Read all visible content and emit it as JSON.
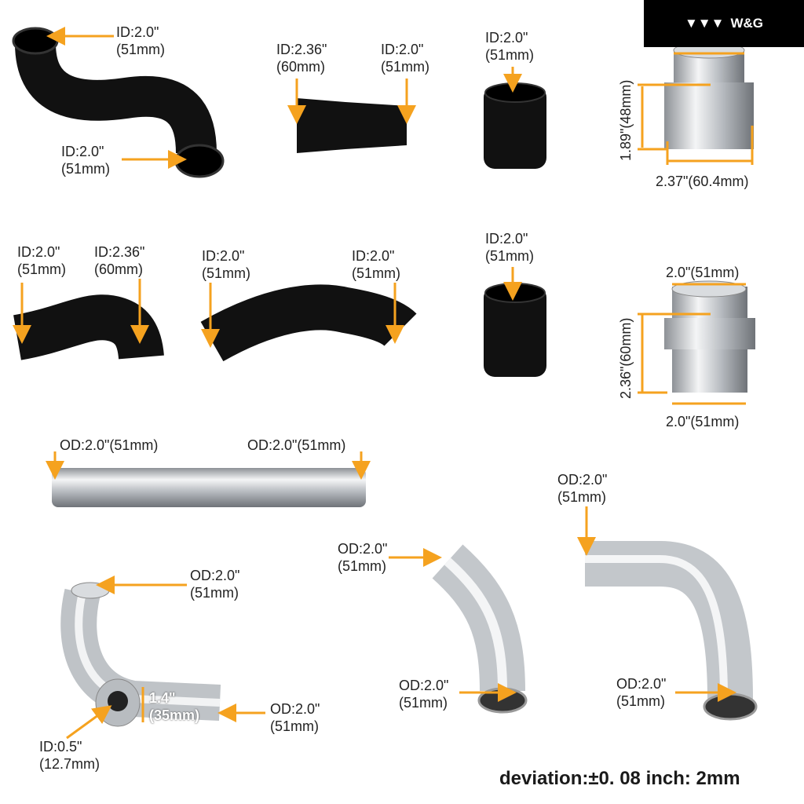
{
  "brand": {
    "name": "W&G",
    "logo_icon": "triple-chevron-logo"
  },
  "colors": {
    "accent": "#f5a21f",
    "hose": "#111111",
    "metal": "#c9ccd0",
    "brand_bg": "#000000"
  },
  "labels": {
    "hose_s_top": [
      "ID:2.0\"",
      "(51mm)"
    ],
    "hose_s_bottom": [
      "ID:2.0\"",
      "(51mm)"
    ],
    "reducer_left": [
      "ID:2.36\"",
      "(60mm)"
    ],
    "reducer_right": [
      "ID:2.0\"",
      "(51mm)"
    ],
    "coupler_top": [
      "ID:2.0\"",
      "(51mm)"
    ],
    "ring1_height": "1.89\"(48mm)",
    "ring1_width": "2.37\"(60.4mm)",
    "elbow_reducer_left": [
      "ID:2.0\"",
      "(51mm)"
    ],
    "elbow_reducer_right": [
      "ID:2.36\"",
      "(60mm)"
    ],
    "elbow45_left": [
      "ID:2.0\"",
      "(51mm)"
    ],
    "elbow45_right": [
      "ID:2.0\"",
      "(51mm)"
    ],
    "coupler_bottom": [
      "ID:2.0\"",
      "(51mm)"
    ],
    "ring2_top": "2.0\"(51mm)",
    "ring2_height": "2.36\"(60mm)",
    "ring2_bottom": "2.0\"(51mm)",
    "straight_left": "OD:2.0\"(51mm)",
    "straight_right": "OD:2.0\"(51mm)",
    "pipe90_top": [
      "OD:2.0\"",
      "(51mm)"
    ],
    "pipe45_top": [
      "OD:2.0\"",
      "(51mm)"
    ],
    "bung_pipe_top": [
      "OD:2.0\"",
      "(51mm)"
    ],
    "pipe45_bottom": [
      "OD:2.0\"",
      "(51mm)"
    ],
    "pipe90_bottom": [
      "OD:2.0\"",
      "(51mm)"
    ],
    "bung_pipe_end": [
      "OD:2.0\"",
      "(51mm)"
    ],
    "bung_flange": [
      "1.4\"",
      "(35mm)"
    ],
    "bung_id": [
      "ID:0.5\"",
      "(12.7mm)"
    ]
  },
  "footer": {
    "deviation": "deviation:±0. 08 inch: 2mm"
  }
}
